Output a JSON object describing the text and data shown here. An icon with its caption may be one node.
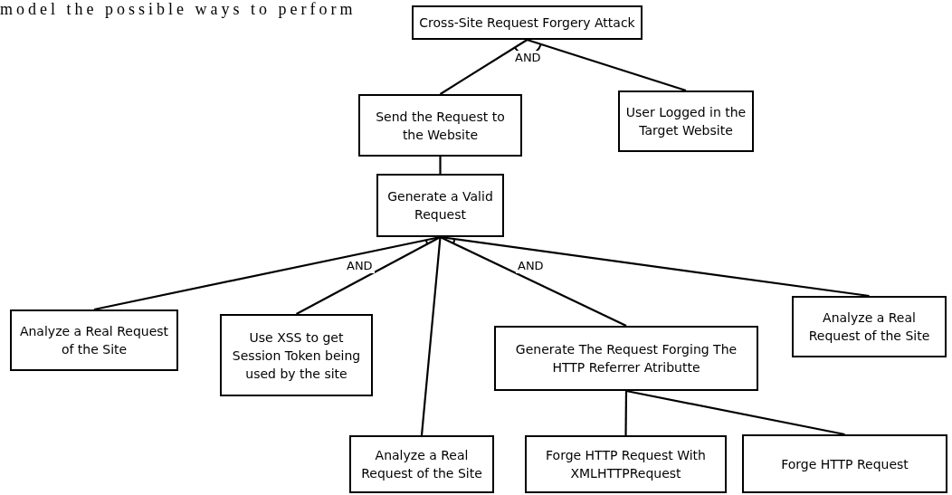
{
  "diagram": {
    "nodes": [
      {
        "text": [
          "Cross-Site Request Forgery Attack"
        ]
      },
      {
        "text": [
          "Send the Request to the Website"
        ]
      },
      {
        "text": [
          "User Logged in the Target Website"
        ]
      },
      {
        "text": [
          "Generate a Valid Request"
        ]
      },
      {
        "text": [
          "Analyze a Real Request of the Site"
        ]
      },
      {
        "text": [
          "Use XSS to get Session Token being used by the site"
        ]
      },
      {
        "text": [
          "Analyze a Real Request of the Site"
        ]
      },
      {
        "text": [
          "Generate The Request Forging The HTTP Referrer Atributte"
        ]
      },
      {
        "text": [
          "Analyze a Real Request of the Site"
        ]
      },
      {
        "text": [
          "Forge HTTP Request With XMLHTTPRequest"
        ]
      },
      {
        "text": [
          "Forge HTTP Request"
        ]
      }
    ],
    "edges": [
      {
        "from": 0,
        "to": 1,
        "arrow": "none"
      },
      {
        "from": 0,
        "to": 2,
        "arrow": "none"
      },
      {
        "from": 1,
        "to": 3,
        "arrow": "none"
      },
      {
        "from": 3,
        "to": 4,
        "arrow": "none"
      },
      {
        "from": 3,
        "to": 5,
        "arrow": "none"
      },
      {
        "from": 3,
        "to": 6,
        "arrow": "none"
      },
      {
        "from": 3,
        "to": 7,
        "arrow": "none"
      },
      {
        "from": 3,
        "to": 8,
        "arrow": "none"
      },
      {
        "from": 7,
        "to": 9,
        "arrow": "none"
      },
      {
        "from": 7,
        "to": 10,
        "arrow": "none"
      }
    ],
    "labels": [
      "model the possible ways to perform",
      "AND",
      "AND",
      "AND"
    ]
  }
}
